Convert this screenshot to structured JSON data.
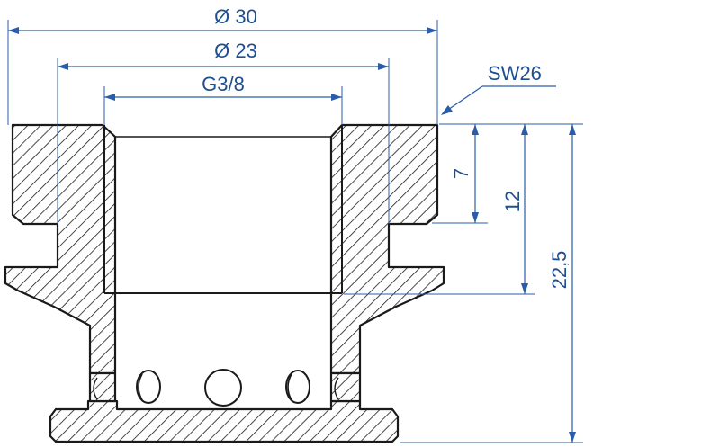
{
  "dimensions": {
    "outer_diameter": "Ø 30",
    "mid_diameter": "Ø 23",
    "thread": "G3/8",
    "wrench_size": "SW26",
    "depth_thread_top": "7",
    "depth_bore": "12",
    "total_height": "22,5"
  },
  "colors": {
    "dimension": "#2a5ca8",
    "outline": "#1a1a1a"
  }
}
